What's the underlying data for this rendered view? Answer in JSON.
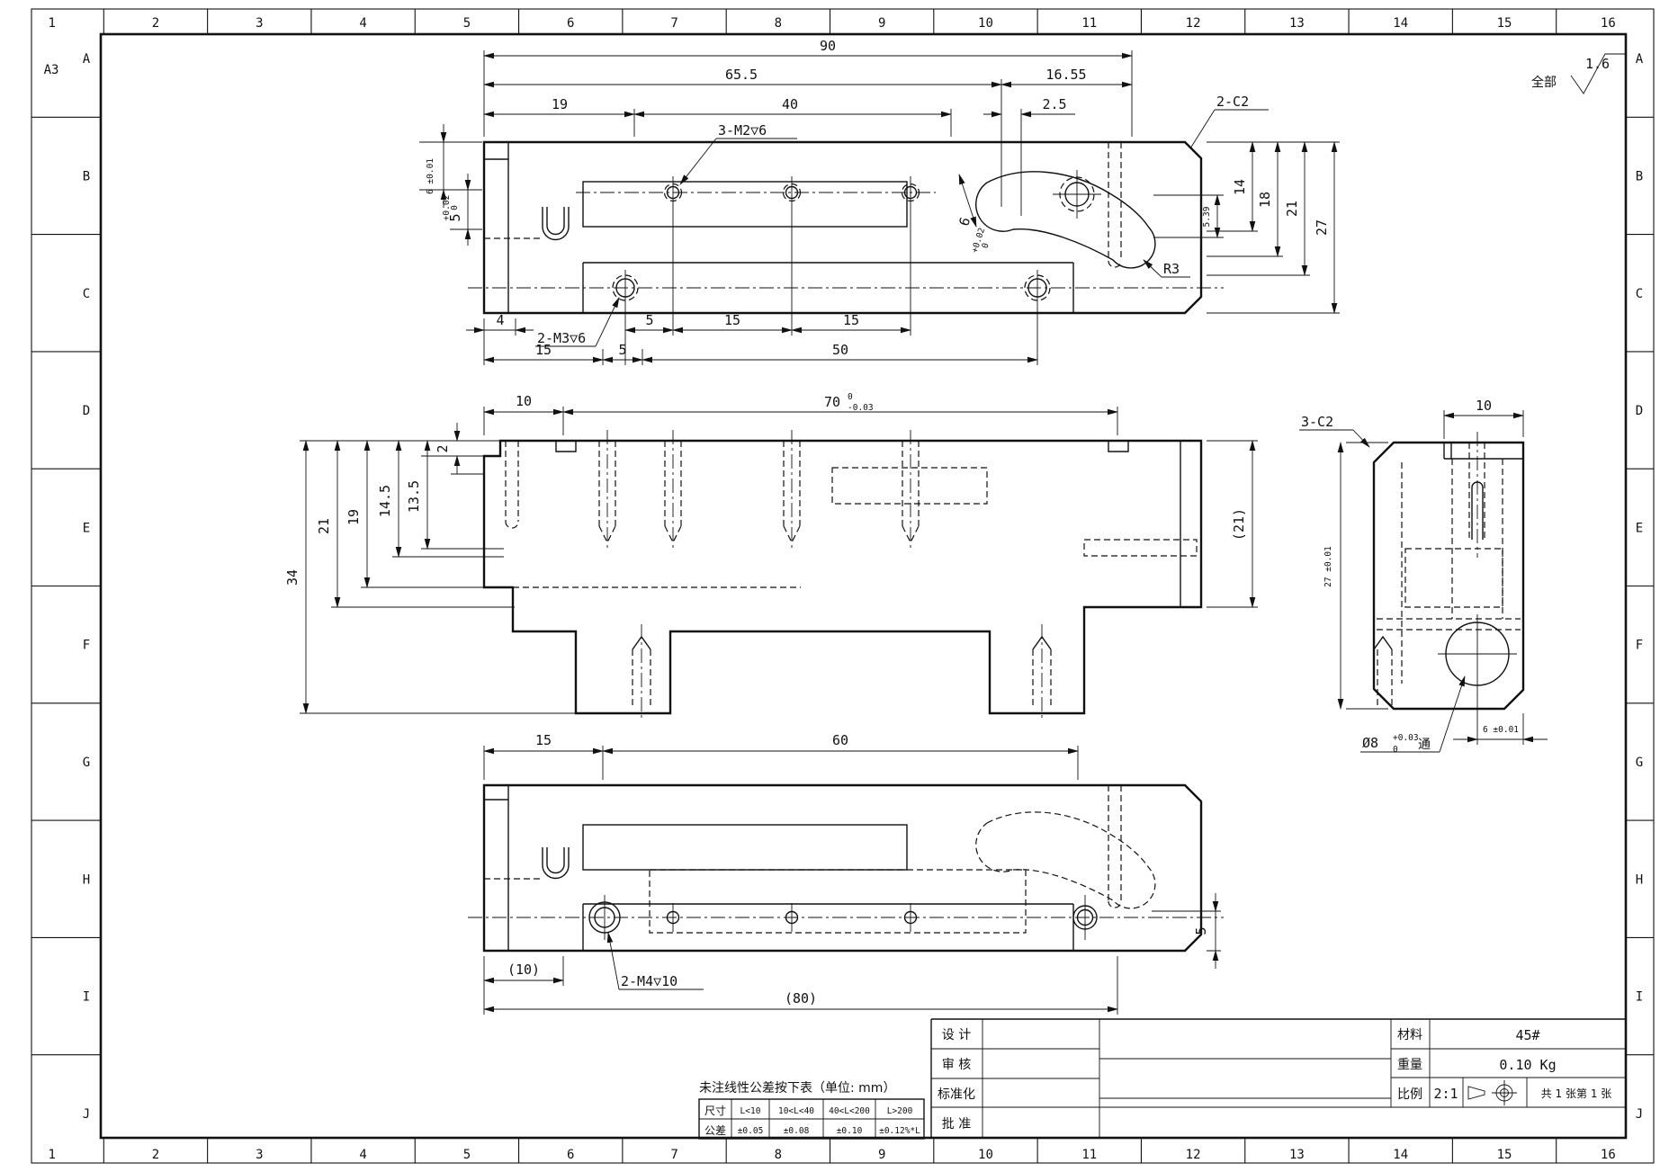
{
  "sheet": {
    "format": "A3",
    "columns": [
      "1",
      "2",
      "3",
      "4",
      "5",
      "6",
      "7",
      "8",
      "9",
      "10",
      "11",
      "12",
      "13",
      "14",
      "15",
      "16"
    ],
    "rows": [
      "A",
      "B",
      "C",
      "D",
      "E",
      "F",
      "G",
      "H",
      "I",
      "J"
    ],
    "surface_note": {
      "scope": "全部",
      "roughness": "1.6"
    }
  },
  "dims": {
    "top": {
      "w90": "90",
      "w65_5": "65.5",
      "w19": "19",
      "w40": "40",
      "w16_55": "16.55",
      "w2_5": "2.5",
      "h6": "6 ±0.01",
      "h5": "5",
      "h5_tu": "+0.02",
      "h5_tl": "0",
      "r5_39": "5.39",
      "r14": "14",
      "r18": "18",
      "r21": "21",
      "r27": "27",
      "b4": "4",
      "b5": "5",
      "b15a": "15",
      "b15b": "15",
      "c15": "15",
      "c5": "5",
      "c50": "50",
      "slot6": "6",
      "slot6_tu": "+0.02",
      "slot6_tl": "0"
    },
    "front": {
      "t10": "10",
      "t70": "70",
      "t70_tu": "0",
      "t70_tl": "-0.03",
      "l2": "2",
      "l13_5": "13.5",
      "l14_5": "14.5",
      "l19": "19",
      "l21": "21",
      "l34": "34",
      "r21": "(21)"
    },
    "side": {
      "t10": "10",
      "l27": "27 ±0.01",
      "b6": "6 ±0.01",
      "phi": "Ø8",
      "phi_tu": "+0.03",
      "phi_tl": "0",
      "thru": "通"
    },
    "bottom": {
      "t15": "15",
      "t60": "60",
      "b10": "(10)",
      "b80": "(80)",
      "r5": "5"
    }
  },
  "callouts": {
    "m2": "3-M2▽6",
    "m3": "2-M3▽6",
    "m4": "2-M4▽10",
    "c2_top": "2-C2",
    "c2_side": "3-C2",
    "r3": "R3"
  },
  "tolerance_table": {
    "note": "未注线性公差按下表（单位: mm）",
    "row_headers": [
      "尺寸",
      "公差"
    ],
    "ranges": [
      "L<10",
      "10<L<40",
      "40<L<200",
      "L>200"
    ],
    "values": [
      "±0.05",
      "±0.08",
      "±0.10",
      "±0.12%*L"
    ]
  },
  "title_block": {
    "sign_rows": [
      "设 计",
      "审 核",
      "标准化",
      "批 准"
    ],
    "material_label": "材料",
    "material": "45#",
    "weight_label": "重量",
    "weight": "0.10 Kg",
    "scale_label": "比例",
    "scale": "2:1",
    "sheet_count": "共 1 张第 1 张"
  }
}
